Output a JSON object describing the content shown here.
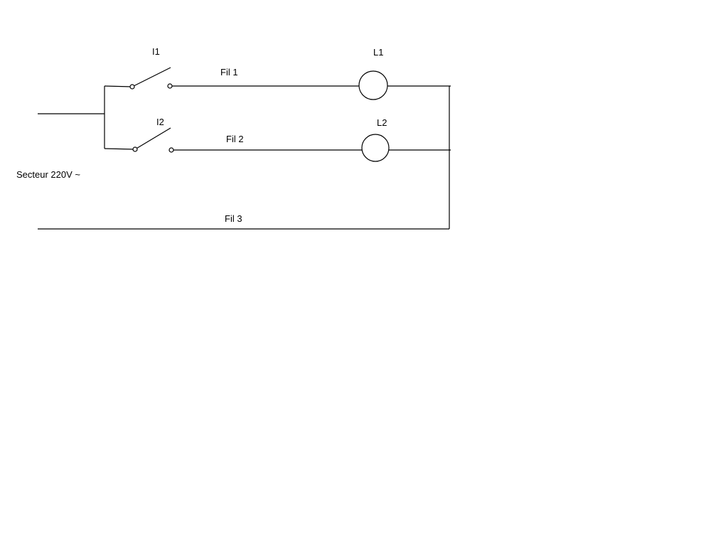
{
  "labels": {
    "supply": "Secteur 220V ~",
    "switch_1": "I1",
    "switch_2": "I2",
    "lamp_1": "L1",
    "lamp_2": "L2",
    "wire_1": "Fil 1",
    "wire_2": "Fil 2",
    "wire_3": "Fil 3"
  },
  "colors": {
    "stroke": "#000000",
    "background": "#ffffff"
  }
}
